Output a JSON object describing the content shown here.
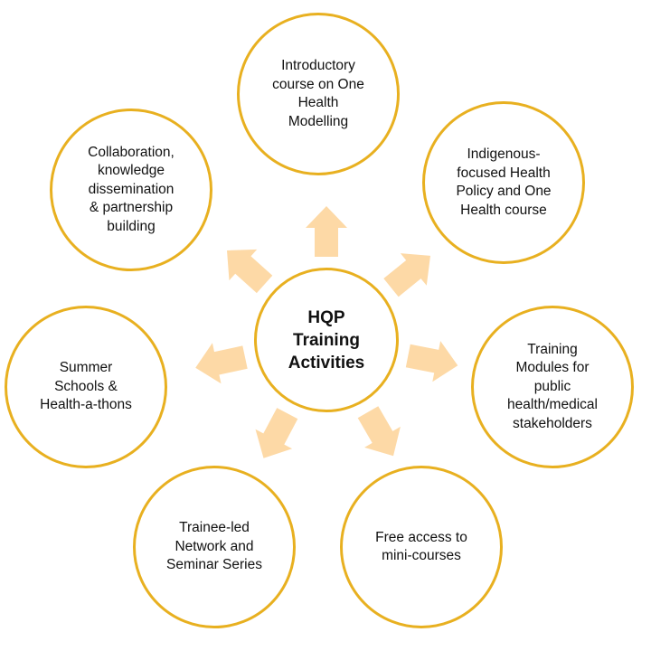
{
  "colors": {
    "ring": "#E8B020",
    "arrow": "#FDD9A6",
    "text": "#111111"
  },
  "center": {
    "label": "HQP\nTraining\nActivities"
  },
  "activities": [
    {
      "label": "Introductory\ncourse on One\nHealth\nModelling"
    },
    {
      "label": "Indigenous-\nfocused Health\nPolicy and One\nHealth course"
    },
    {
      "label": "Training\nModules for\npublic\nhealth/medical\nstakeholders"
    },
    {
      "label": "Free access to\nmini-courses"
    },
    {
      "label": "Trainee-led\nNetwork and\nSeminar Series"
    },
    {
      "label": "Summer\nSchools &\nHealth-a-thons"
    },
    {
      "label": "Collaboration,\nknowledge\ndissemination\n& partnership\nbuilding"
    }
  ]
}
